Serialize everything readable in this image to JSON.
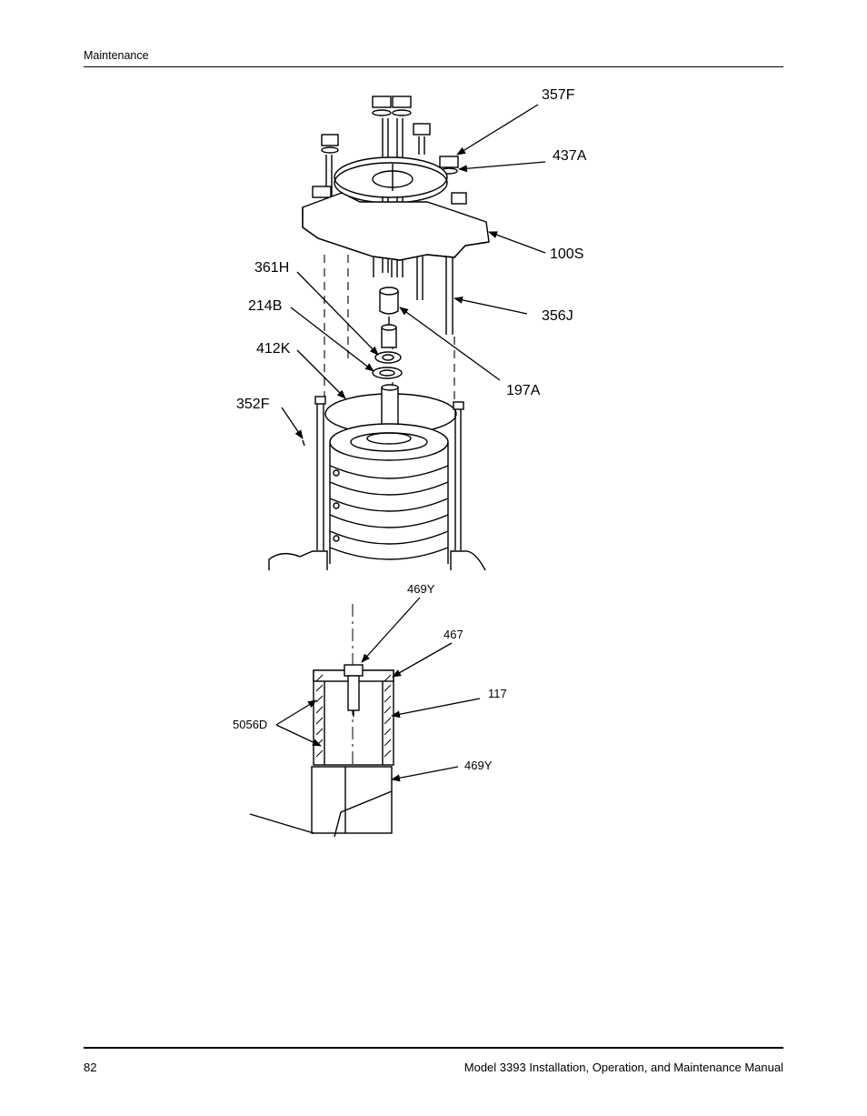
{
  "header": {
    "section": "Maintenance"
  },
  "footer": {
    "page_number": "82",
    "manual_title": "Model 3393 Installation, Operation, and Maintenance Manual"
  },
  "figure_top": {
    "labels": {
      "l357F": "357F",
      "l437A": "437A",
      "l100S": "100S",
      "l356J": "356J",
      "l197A": "197A",
      "l361H": "361H",
      "l214B": "214B",
      "l412K": "412K",
      "l352F": "352F"
    }
  },
  "figure_bottom": {
    "labels": {
      "l469Y_top": "469Y",
      "l467": "467",
      "l117": "117",
      "l5056D": "5056D",
      "l469Y_bottom": "469Y"
    }
  }
}
